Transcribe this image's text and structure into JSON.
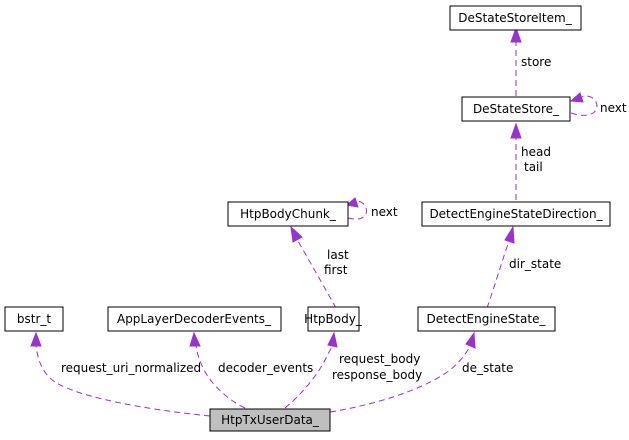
{
  "nodes": {
    "htp_tx_user_data": "HtpTxUserData_",
    "bstr_t": "bstr_t",
    "app_layer_decoder_events": "AppLayerDecoderEvents_",
    "htp_body": "HtpBody_",
    "htp_body_chunk": "HtpBodyChunk_",
    "detect_engine_state": "DetectEngineState_",
    "detect_engine_state_direction": "DetectEngineStateDirection_",
    "de_state_store": "DeStateStore_",
    "de_state_store_item": "DeStateStoreItem_"
  },
  "edge_labels": {
    "request_uri_normalized": "request_uri_normalized",
    "decoder_events": "decoder_events",
    "request_body": "request_body",
    "response_body": "response_body",
    "de_state": "de_state",
    "last": "last",
    "first": "first",
    "chunk_next": "next",
    "dir_state": "dir_state",
    "head": "head",
    "tail": "tail",
    "store_next": "next",
    "store": "store"
  },
  "colors": {
    "edge": "#9a32cd",
    "focus_fill": "#bfbfbf",
    "node_fill": "#ffffff",
    "node_border": "#000000"
  }
}
